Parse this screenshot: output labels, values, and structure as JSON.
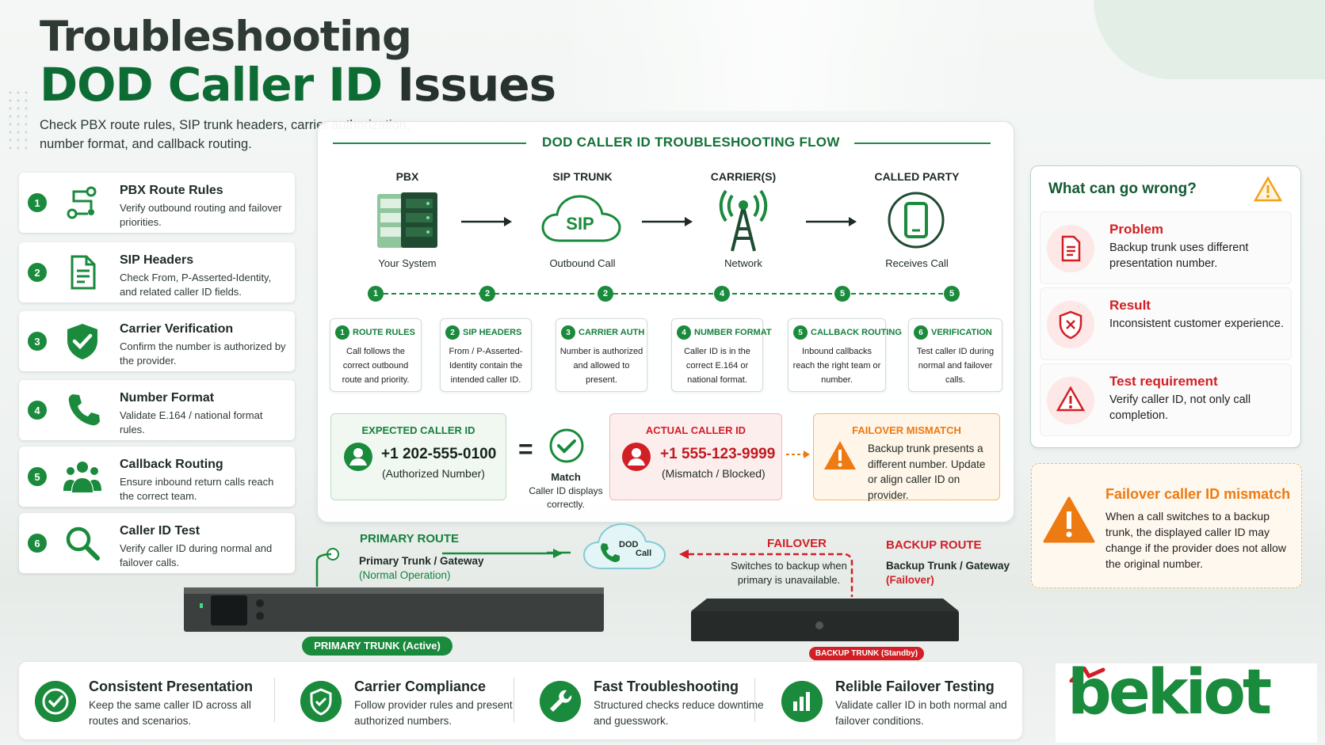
{
  "title_line1": "Troubleshooting",
  "title_line2_green": "DOD Caller ID",
  "title_line2_dark": "Issues",
  "subtitle": "Check PBX route rules, SIP trunk headers, carrier authorization, number format, and callback routing.",
  "colors": {
    "primary_green": "#1a8a3c",
    "dark_green": "#0d6b34",
    "alert_red": "#d11f25",
    "warning_orange": "#ee7a12"
  },
  "checklist": [
    {
      "num": "1",
      "title": "PBX Route Rules",
      "desc": "Verify outbound routing and failover priorities.",
      "icon": "route-icon"
    },
    {
      "num": "2",
      "title": "SIP Headers",
      "desc": "Check From, P-Asserted-Identity, and related caller ID fields.",
      "icon": "document-icon"
    },
    {
      "num": "3",
      "title": "Carrier Verification",
      "desc": "Confirm the number is authorized by the provider.",
      "icon": "shield-check-icon"
    },
    {
      "num": "4",
      "title": "Number Format",
      "desc": "Validate E.164 / national format rules.",
      "icon": "phone-icon"
    },
    {
      "num": "5",
      "title": "Callback Routing",
      "desc": "Ensure inbound return calls reach the correct team.",
      "icon": "team-icon"
    },
    {
      "num": "6",
      "title": "Caller ID Test",
      "desc": "Verify caller ID during normal and failover calls.",
      "icon": "search-icon"
    }
  ],
  "flow": {
    "title": "DOD CALLER ID TROUBLESHOOTING FLOW",
    "nodes": [
      {
        "label": "PBX",
        "sub": "Your System",
        "icon": "server-icon"
      },
      {
        "label": "SIP TRUNK",
        "sub": "Outbound Call",
        "icon": "cloud-icon",
        "icon_text": "SIP"
      },
      {
        "label": "CARRIER(S)",
        "sub": "Network",
        "icon": "antenna-icon"
      },
      {
        "label": "CALLED PARTY",
        "sub": "Receives Call",
        "icon": "mobile-phone-icon"
      }
    ],
    "timeline_marks": [
      "1",
      "2",
      "2",
      "4",
      "5",
      "5"
    ],
    "steps": [
      {
        "num": "1",
        "title": "ROUTE RULES",
        "desc": "Call follows the correct outbound route and priority."
      },
      {
        "num": "2",
        "title": "SIP HEADERS",
        "desc": "From / P-Asserted-Identity contain the intended caller ID."
      },
      {
        "num": "3",
        "title": "CARRIER AUTH",
        "desc": "Number is authorized and allowed to present."
      },
      {
        "num": "4",
        "title": "NUMBER FORMAT",
        "desc": "Caller ID is in the correct E.164 or national format."
      },
      {
        "num": "5",
        "title": "CALLBACK ROUTING",
        "desc": "Inbound callbacks reach the right team or number."
      },
      {
        "num": "6",
        "title": "VERIFICATION",
        "desc": "Test caller ID during normal and failover calls."
      }
    ],
    "expected": {
      "title": "EXPECTED CALLER ID",
      "number": "+1 202-555-0100",
      "note": "(Authorized Number)"
    },
    "equals": "=",
    "match": {
      "label": "Match",
      "desc": "Caller ID displays correctly."
    },
    "actual": {
      "title": "ACTUAL CALLER ID",
      "number": "+1 555-123-9999",
      "note": "(Mismatch / Blocked)"
    },
    "failover_mismatch": {
      "title": "FAILOVER MISMATCH",
      "desc": "Backup trunk presents a different number. Update or align caller ID on provider."
    }
  },
  "what_wrong": {
    "title": "What can go wrong?",
    "items": [
      {
        "title": "Problem",
        "desc": "Backup trunk uses different presentation number.",
        "icon": "document-alert-icon"
      },
      {
        "title": "Result",
        "desc": "Inconsistent customer experience.",
        "icon": "shield-alert-icon"
      },
      {
        "title": "Test requirement",
        "desc": "Verify caller ID, not only call completion.",
        "icon": "warning-triangle-icon"
      }
    ]
  },
  "failover_box": {
    "title": "Failover caller ID mismatch",
    "desc": "When a call switches to a backup trunk, the displayed caller ID may change if the provider does not allow the original number."
  },
  "routes": {
    "primary_label": "PRIMARY ROUTE",
    "primary_name": "Primary Trunk / Gateway",
    "primary_note": "(Normal Operation)",
    "cloud_text_1": "DOD",
    "cloud_text_2": "Call",
    "failover_label": "FAILOVER",
    "failover_desc": "Switches to backup when primary is unavailable.",
    "backup_label": "BACKUP ROUTE",
    "backup_name": "Backup Trunk / Gateway",
    "backup_note": "(Failover)",
    "primary_pill": "PRIMARY TRUNK (Active)",
    "backup_pill": "BACKUP TRUNK (Standby)"
  },
  "benefits": [
    {
      "title": "Consistent Presentation",
      "desc": "Keep the same caller ID across all routes and scenarios.",
      "icon": "check-icon"
    },
    {
      "title": "Carrier Compliance",
      "desc": "Follow provider rules and present authorized numbers.",
      "icon": "shield-icon"
    },
    {
      "title": "Fast Troubleshooting",
      "desc": "Structured checks reduce downtime and guesswork.",
      "icon": "wrench-icon"
    },
    {
      "title": "Relible Failover Testing",
      "desc": "Validate caller ID in both normal and failover conditions.",
      "icon": "bar-chart-icon"
    }
  ],
  "brand": "bekiot"
}
